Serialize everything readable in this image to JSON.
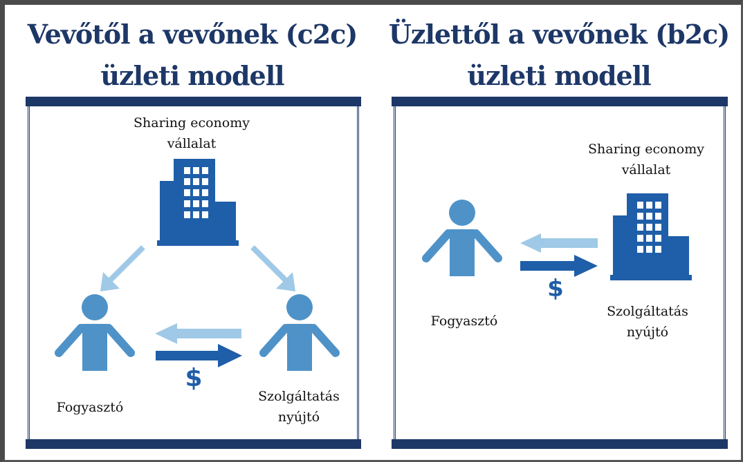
{
  "left": {
    "title_line1": "Vevőtől a vevőnek (c2c)",
    "title_line2": "üzleti modell",
    "company_line1": "Sharing economy",
    "company_line2": "vállalat",
    "consumer": "Fogyasztó",
    "provider_line1": "Szolgáltatás",
    "provider_line2": "nyújtó",
    "currency": "$"
  },
  "right": {
    "title_line1": "Üzlettől a vevőnek (b2c)",
    "title_line2": "üzleti modell",
    "company_line1": "Sharing economy",
    "company_line2": "vállalat",
    "consumer": "Fogyasztó",
    "provider_line1": "Szolgáltatás",
    "provider_line2": "nyújtó",
    "currency": "$"
  },
  "colors": {
    "navy": "#1d3767",
    "dark_blue": "#1f5ea8",
    "mid_blue": "#4e92c8",
    "light_blue": "#9fc9e6"
  }
}
